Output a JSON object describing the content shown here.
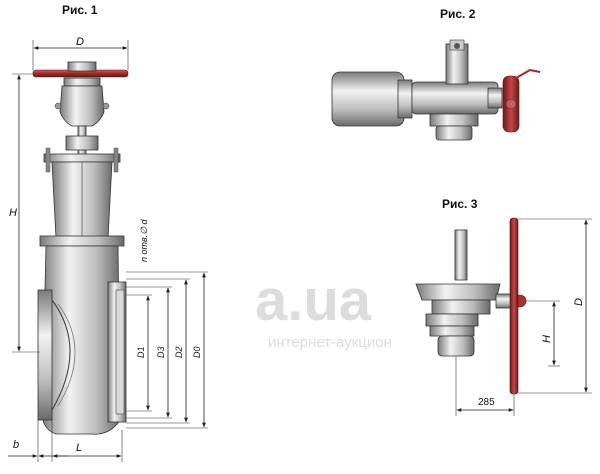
{
  "figures": {
    "fig1": {
      "caption": "Рис. 1"
    },
    "fig2": {
      "caption": "Рис. 2"
    },
    "fig3": {
      "caption": "Рис. 3"
    }
  },
  "dimensions": {
    "D_top": "D",
    "H_left": "H",
    "n_holes": "n отв.∅ d",
    "D1": "D1",
    "D3": "D3",
    "D2": "D2",
    "D0": "D0",
    "b": "b",
    "L": "L",
    "D_fig3": "D",
    "H_fig3": "H",
    "len_285": "285"
  },
  "watermark": {
    "logo": "a.ua",
    "text": "интернет-аукцион"
  },
  "colors": {
    "handwheel": "#b03030",
    "metal_light": "#e8e8e8",
    "metal_mid": "#b4b4b4",
    "metal_dark": "#6e6e6e"
  }
}
